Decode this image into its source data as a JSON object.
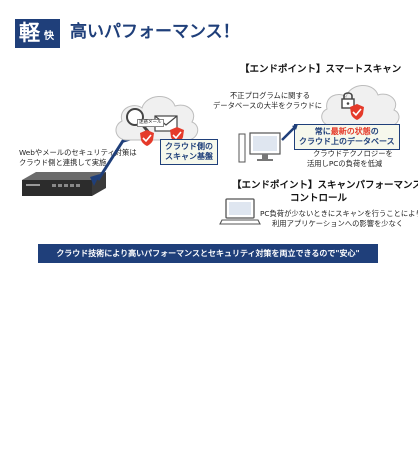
{
  "header": {
    "badge_big": "軽",
    "badge_small": "快",
    "title": "高いパフォーマンス！"
  },
  "left": {
    "web_text_1": "Webやメールのセキュリティ対策は",
    "web_text_2": "クラウド側と連携して実施",
    "cloud_callout_1": "クラウド側の",
    "cloud_callout_2": "スキャン基盤",
    "mail_label": "迷惑メール"
  },
  "smart_scan": {
    "heading": "【エンドポイント】スマートスキャン",
    "desc_1": "不正プログラムに関する",
    "desc_2": "データベースの大半をクラウドに",
    "callout_1_prefix": "常に",
    "callout_1_red": "最新の状態",
    "callout_1_suffix": "の",
    "callout_2": "クラウド上のデータベース",
    "note_1": "クラウドテクノロジーを",
    "note_2": "活用しPCの負荷を低減"
  },
  "performance_control": {
    "heading_1": "【エンドポイント】スキャンパフォーマンス",
    "heading_2": "コントロール",
    "desc_1": "PC負荷が少ないときにスキャンを行うことにより、",
    "desc_2": "利用アプリケーションへの影響を少なく"
  },
  "banner": {
    "text": "クラウド技術により高いパフォーマンスとセキュリティ対策を両立できるので\"安心\""
  },
  "colors": {
    "navy": "#1f3f7a",
    "red": "#e53a2a",
    "callout_bg": "#f6f8ec"
  }
}
